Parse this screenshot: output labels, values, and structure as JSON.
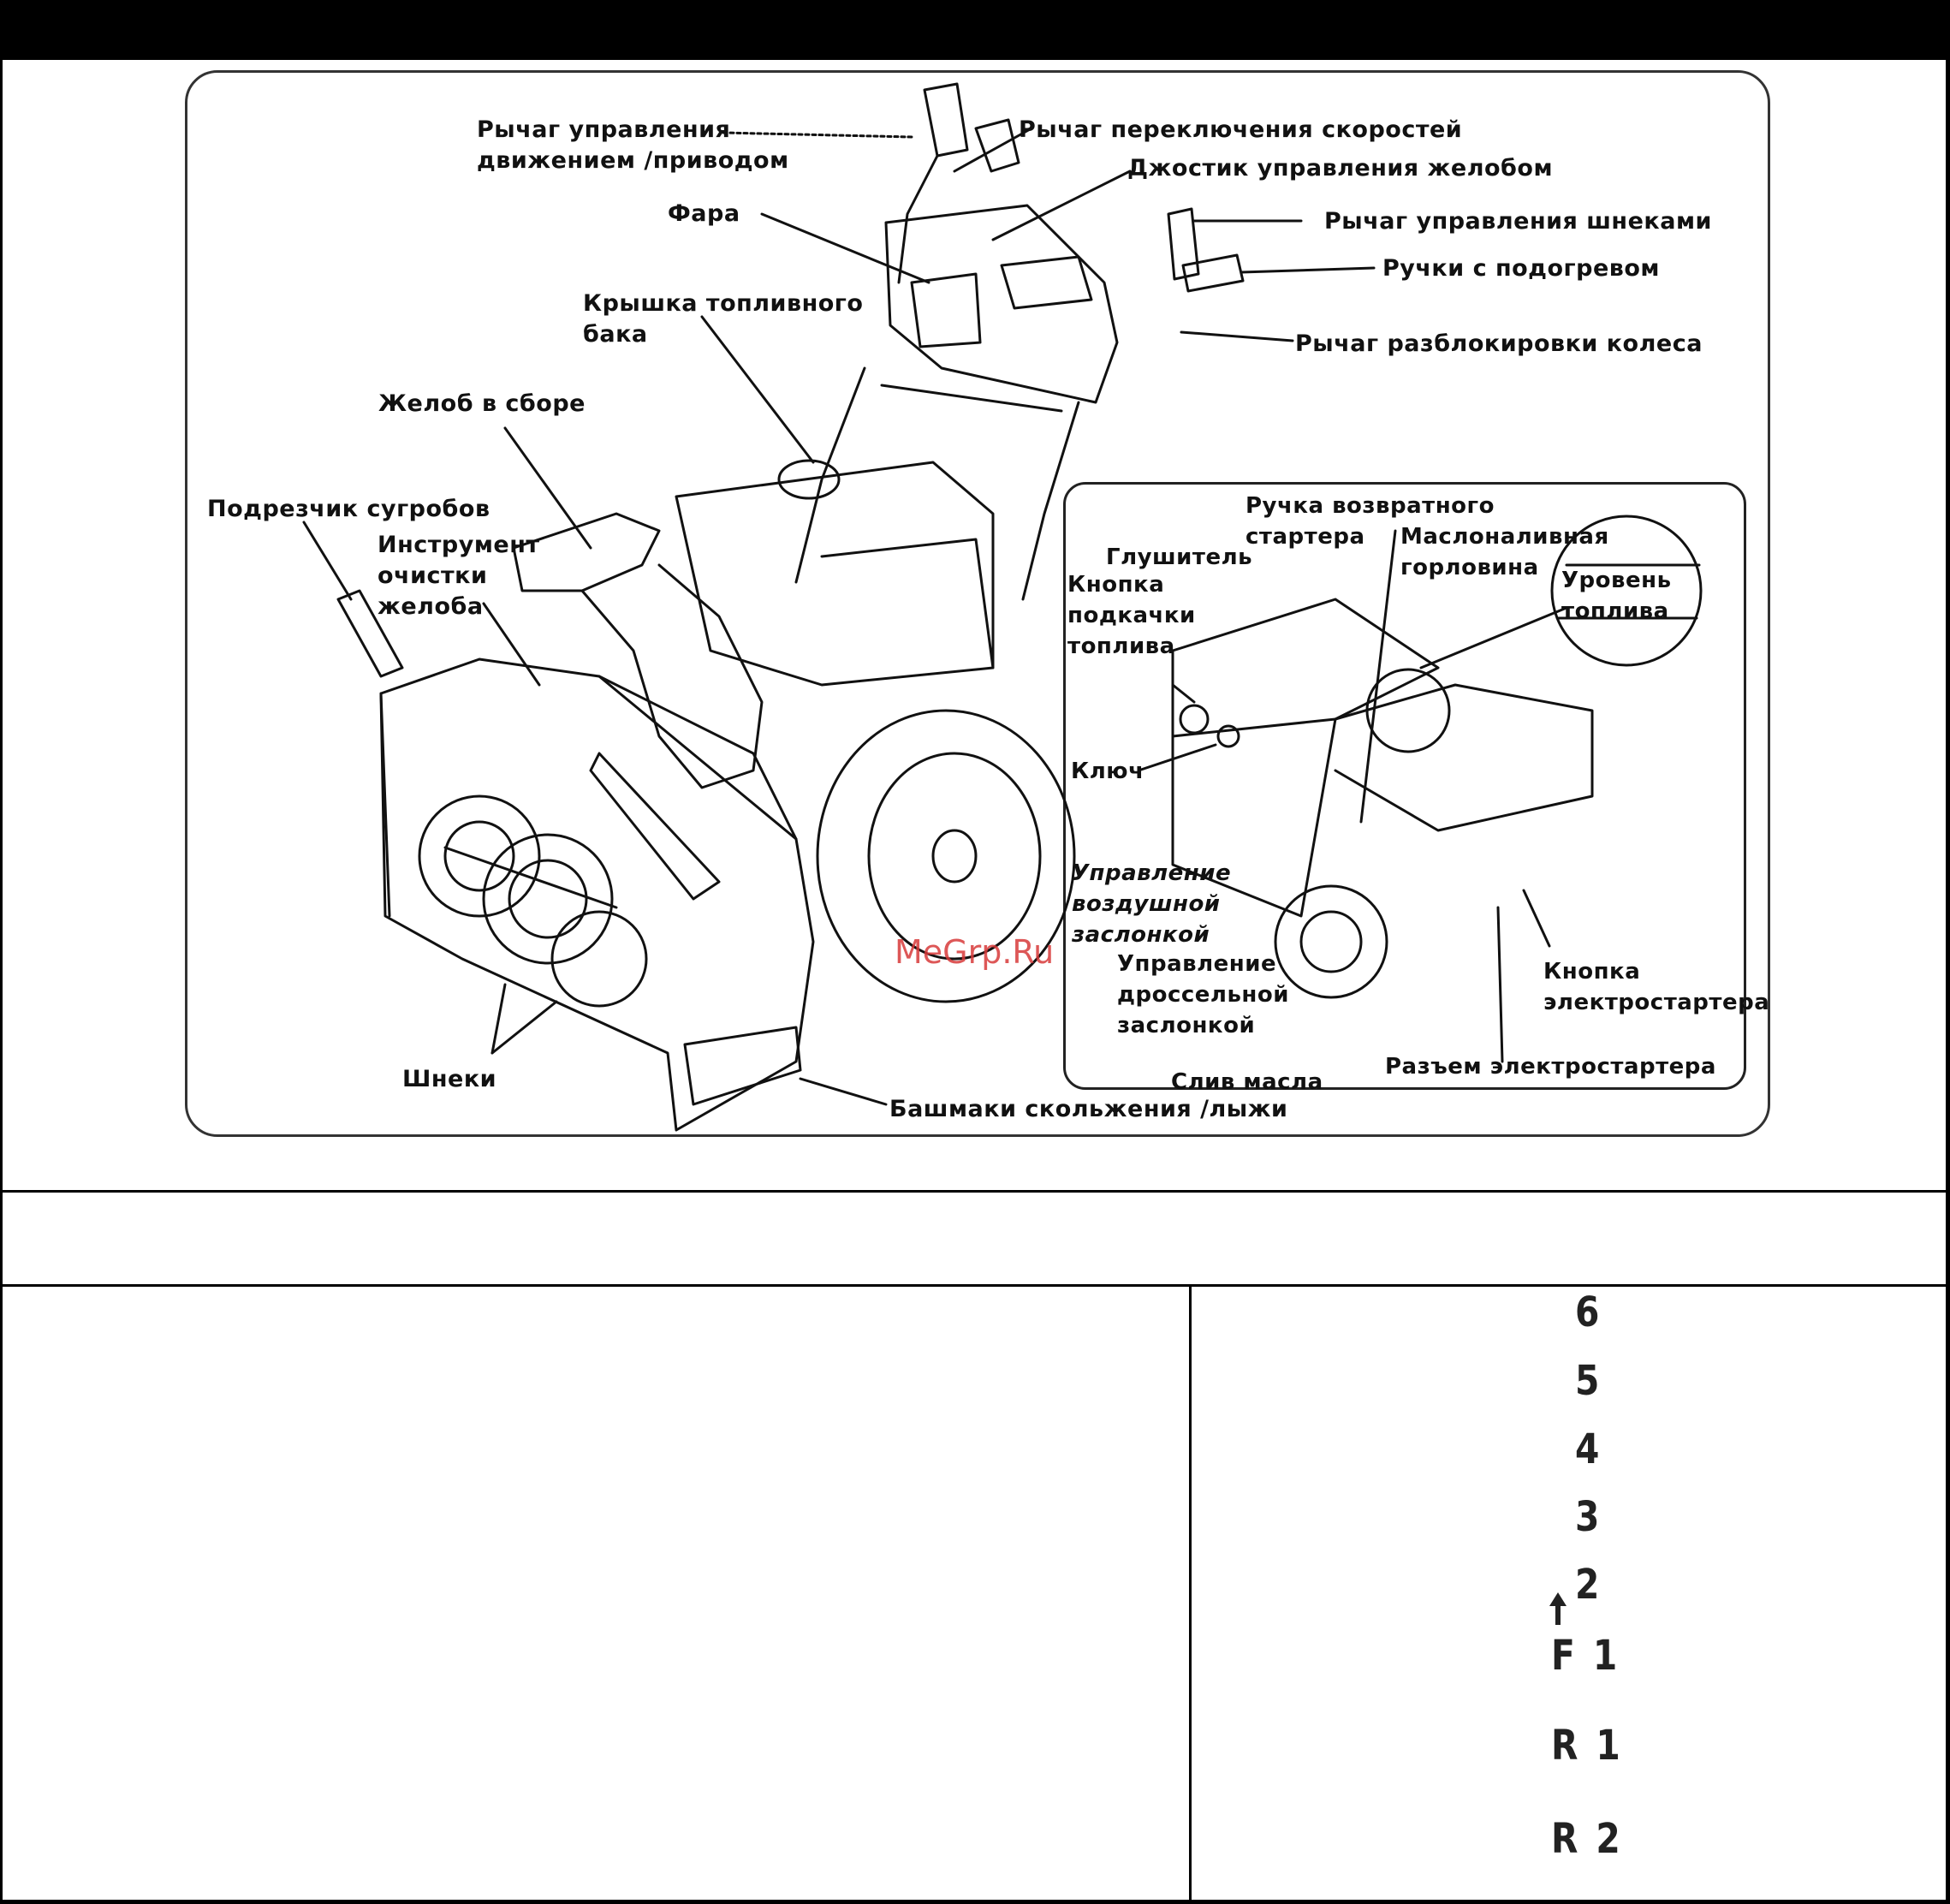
{
  "labels": {
    "drive_lever": "Рычаг управления\nдвижением /приводом",
    "speed_lever": "Рычаг переключения скоростей",
    "chute_joystick": "Джостик управления желобом",
    "headlight": "Фара",
    "auger_lever": "Рычаг управления шнеками",
    "heated_grips": "Ручки с подогревом",
    "fuel_cap": "Крышка топливного\nбака",
    "wheel_release": "Рычаг разблокировки колеса",
    "chute_assembly": "Желоб в сборе",
    "drift_cutter": "Подрезчик сугробов",
    "cleanout_tool": "Инструмент\nочистки\nжелоба",
    "augers": "Шнеки",
    "skid_shoes": "Башмаки скольжения /лыжи",
    "recoil_handle": "Ручка возвратного\nстартера",
    "muffler": "Глушитель",
    "oil_fill": "Маслоналивная\nгорловина",
    "fuel_level": "Уровень\nтоплива",
    "primer": "Кнопка\nподкачки\nтоплива",
    "key": "Ключ",
    "choke": "Управление\nвоздушной\nзаслонкой",
    "throttle": "Управление\nдроссельной\nзаслонкой",
    "oil_drain": "Слив масла",
    "electric_start_button": "Кнопка\nэлектростартера",
    "electric_start_socket": "Разъем электростартера"
  },
  "watermark": "MeGrp.Ru",
  "gears": [
    "6",
    "5",
    "4",
    "3",
    "2",
    "F 1",
    "R 1",
    "R 2"
  ],
  "colors": {
    "line": "#111111",
    "watermark": "#d83a3a",
    "header": "#000000"
  }
}
